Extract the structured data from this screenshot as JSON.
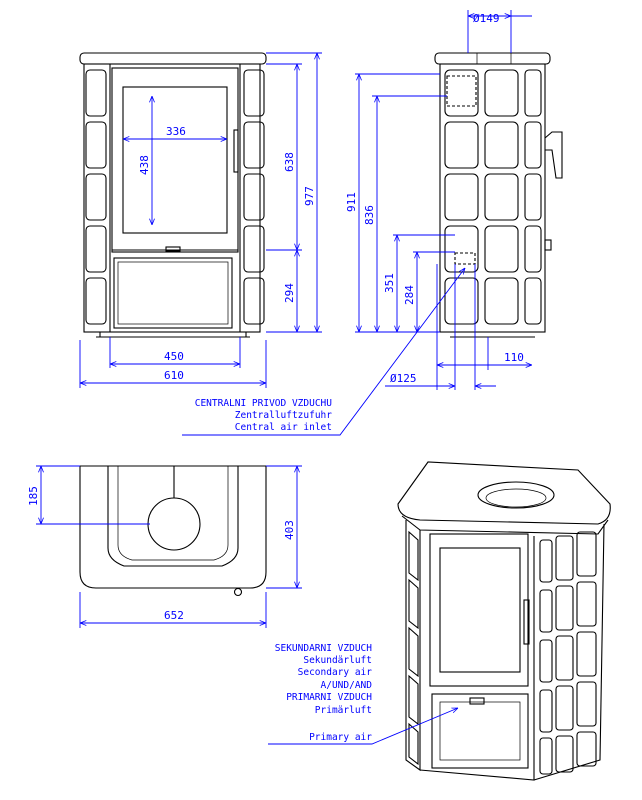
{
  "front_view": {
    "dim_glass_width": "336",
    "dim_glass_height": "438",
    "dim_638": "638",
    "dim_977": "977",
    "dim_294": "294",
    "dim_450": "450",
    "dim_610": "610"
  },
  "side_view": {
    "dim_diameter_149": "Ø149",
    "dim_911": "911",
    "dim_836": "836",
    "dim_351": "351",
    "dim_284": "284",
    "dim_110": "110",
    "dim_diameter_125": "Ø125"
  },
  "central_air_label": [
    "CENTRALNI PRIVOD VZDUCHU",
    "Zentralluftzufuhr",
    "Central air inlet"
  ],
  "top_view": {
    "dim_185": "185",
    "dim_403": "403",
    "dim_652": "652"
  },
  "secondary_primary_label": [
    "SEKUNDARNI VZDUCH",
    "Sekundärluft",
    "Secondary air",
    "A/UND/AND",
    "PRIMARNI VZDUCH",
    "Primärluft",
    "Primary air"
  ],
  "colors": {
    "dimension": "#0000ff",
    "outline": "#000000"
  }
}
